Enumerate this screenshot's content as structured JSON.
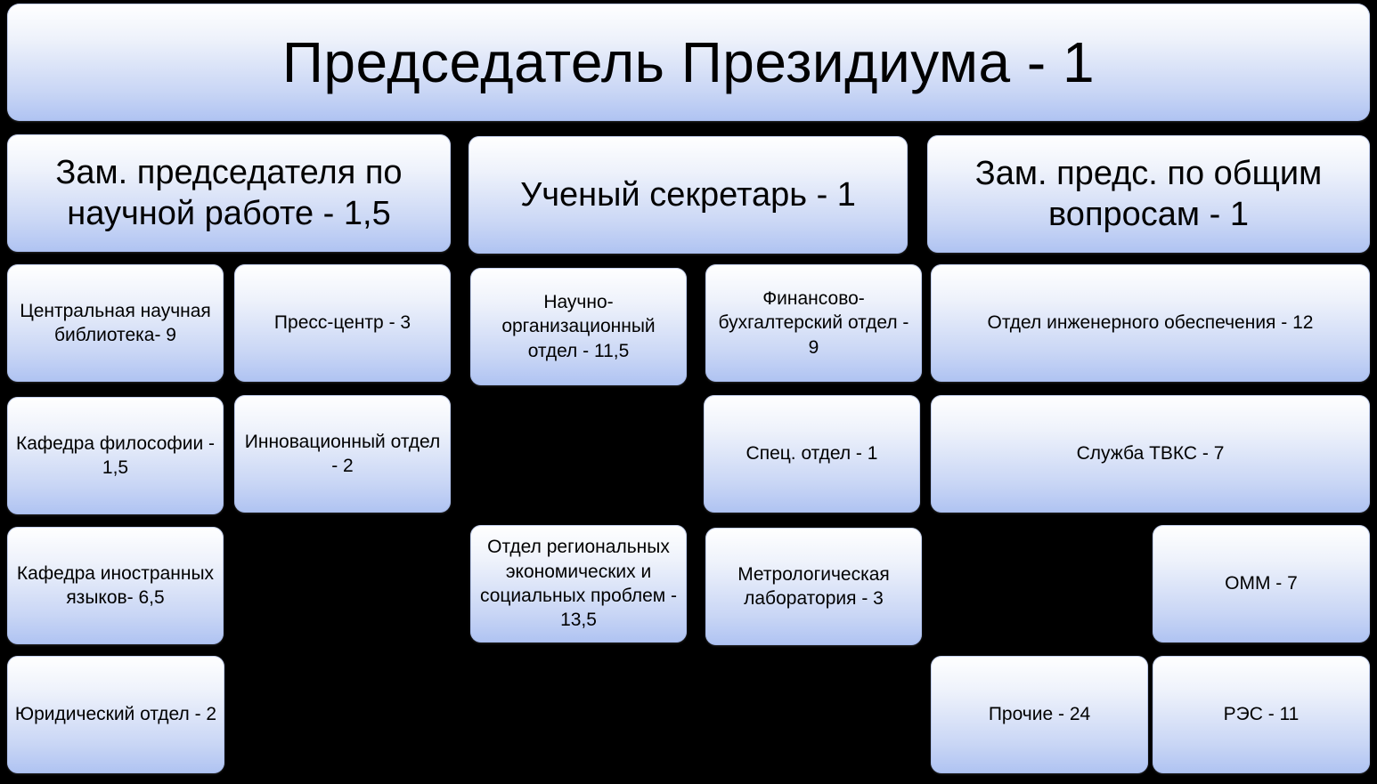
{
  "chairman": "Председатель Президиума - 1",
  "deputy_science": "Зам. председателя по научной работе - 1,5",
  "scientific_secretary": "Ученый секретарь - 1",
  "deputy_general": "Зам. предс. по общим вопросам - 1",
  "units": {
    "central_library": "Центральная научная библиотека- 9",
    "press_center": "Пресс-центр  - 3",
    "philosophy_dept": "Кафедра философии - 1,5",
    "innovation_dept": "Инновационный отдел - 2",
    "foreign_languages_dept": "Кафедра иностранных языков- 6,5",
    "legal_dept": "Юридический отдел - 2",
    "science_org_dept": "Научно-организационный отдел - 11,5",
    "regional_problems_dept": "Отдел региональных экономических и социальных проблем -  13,5",
    "finance_accounting_dept": "Финансово-бухгалтерский отдел - 9",
    "special_dept": "Спец. отдел - 1",
    "metrology_lab": "Метрологическая лаборатория - 3",
    "engineering_support_dept": "Отдел инженерного обеспечения  - 12",
    "tvks_service": "Служба ТВКС - 7",
    "omm": "ОММ - 7",
    "others": "Прочие - 24",
    "res": "РЭС - 11"
  }
}
